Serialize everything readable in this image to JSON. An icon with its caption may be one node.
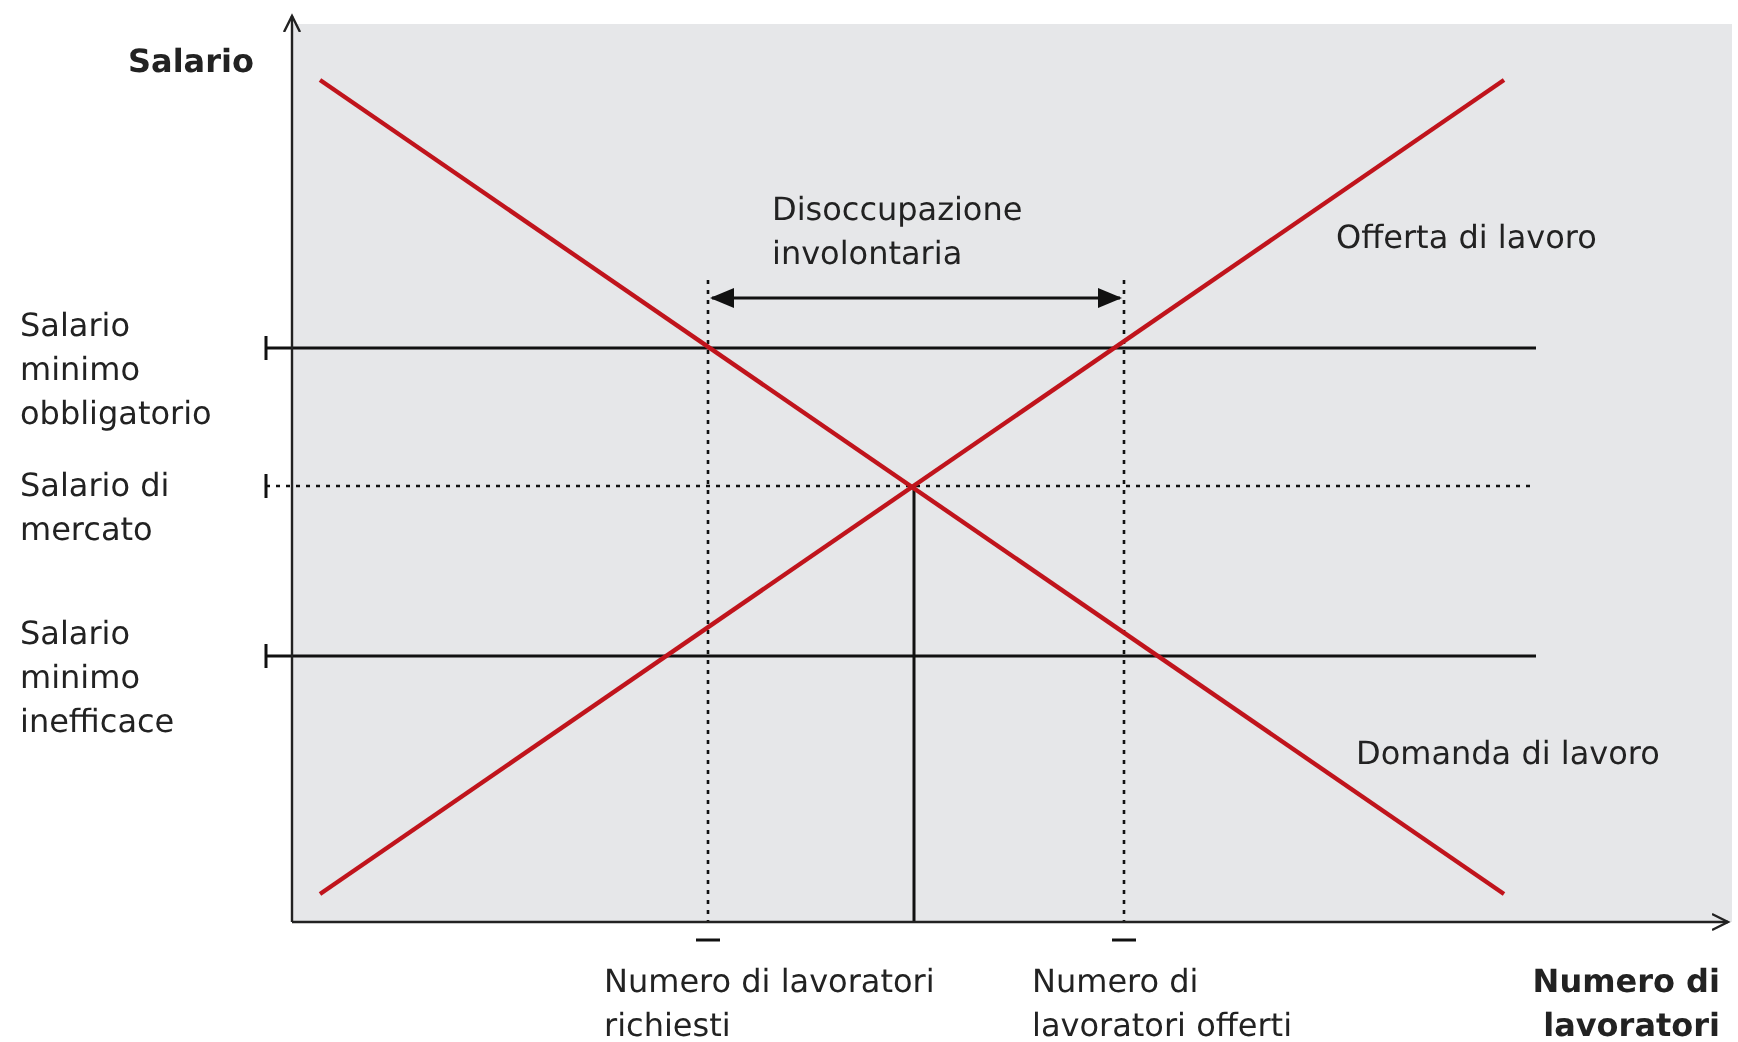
{
  "diagram": {
    "labels": [
      "Salario",
      "Disoccupazione involontaria",
      "Offerta di lavoro",
      "Salario minimo obbligatorio",
      "Salario di mercato",
      "Salario minimo inefficace",
      "Domanda di lavoro",
      "Numero di lavoratori richiesti",
      "Numero di lavoratori offerti",
      "Numero di lavoratori"
    ]
  }
}
